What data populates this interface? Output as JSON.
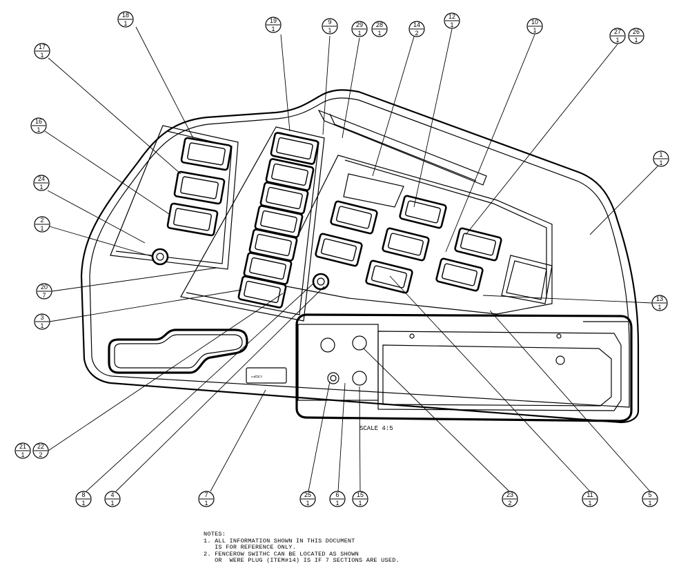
{
  "drawing": {
    "scale_label": "SCALE  4:5",
    "notes_title": "NOTES:",
    "notes": [
      "1. ALL INFORMATION SHOWN IN THIS DOCUMENT",
      "   IS FOR REFERENCE ONLY.",
      "2. FENCEROW SWITHC CAN BE LOCATED AS SHOWN",
      "   OR  WERE PLUG (ITEM#14) IS IF 7 SECTIONS ARE USED."
    ],
    "balloons": [
      {
        "id": "b18",
        "num": "18",
        "qty": "1"
      },
      {
        "id": "b19",
        "num": "19",
        "qty": "1"
      },
      {
        "id": "b9",
        "num": "9",
        "qty": "1"
      },
      {
        "id": "b29",
        "num": "29",
        "qty": "1"
      },
      {
        "id": "b28",
        "num": "28",
        "qty": "1"
      },
      {
        "id": "b14",
        "num": "14",
        "qty": "2"
      },
      {
        "id": "b12",
        "num": "12",
        "qty": "1"
      },
      {
        "id": "b10",
        "num": "10",
        "qty": "1"
      },
      {
        "id": "b27",
        "num": "27",
        "qty": "1"
      },
      {
        "id": "b26",
        "num": "26",
        "qty": "1"
      },
      {
        "id": "b1",
        "num": "1",
        "qty": "1"
      },
      {
        "id": "b17",
        "num": "17",
        "qty": "1"
      },
      {
        "id": "b16",
        "num": "16",
        "qty": "1"
      },
      {
        "id": "b24",
        "num": "24",
        "qty": "1"
      },
      {
        "id": "b2",
        "num": "2",
        "qty": "1"
      },
      {
        "id": "b20",
        "num": "20",
        "qty": "7"
      },
      {
        "id": "b3",
        "num": "3",
        "qty": "1"
      },
      {
        "id": "b13",
        "num": "13",
        "qty": "1"
      },
      {
        "id": "b21",
        "num": "21",
        "qty": "1"
      },
      {
        "id": "b22",
        "num": "22",
        "qty": "2"
      },
      {
        "id": "b8",
        "num": "8",
        "qty": "1"
      },
      {
        "id": "b4",
        "num": "4",
        "qty": "1"
      },
      {
        "id": "b7",
        "num": "7",
        "qty": "1"
      },
      {
        "id": "b25",
        "num": "25",
        "qty": "1"
      },
      {
        "id": "b6",
        "num": "6",
        "qty": "1"
      },
      {
        "id": "b15",
        "num": "15",
        "qty": "1"
      },
      {
        "id": "b23",
        "num": "23",
        "qty": "2"
      },
      {
        "id": "b11",
        "num": "11",
        "qty": "1"
      },
      {
        "id": "b5",
        "num": "5",
        "qty": "1"
      }
    ]
  }
}
